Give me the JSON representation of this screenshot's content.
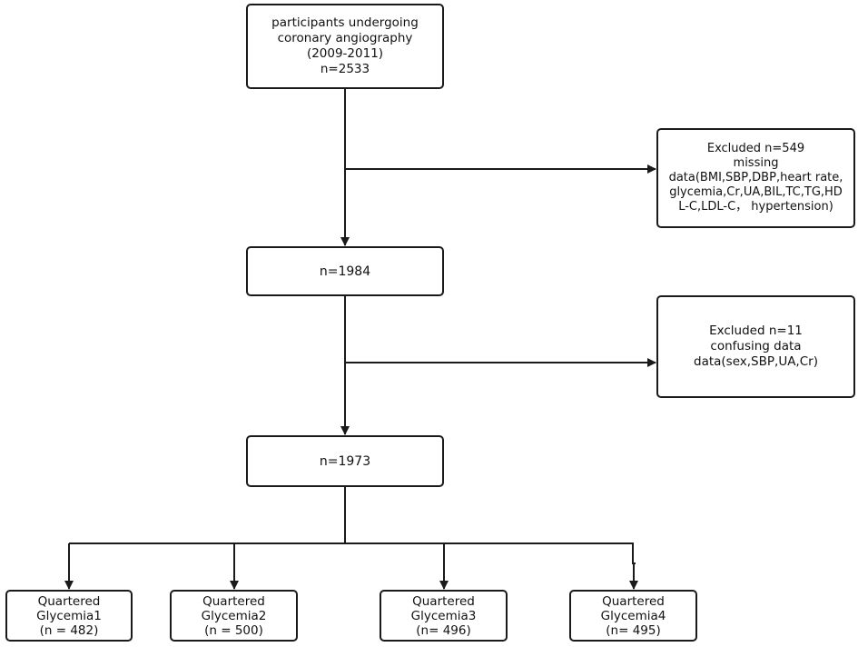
{
  "boxes": {
    "start": {
      "lines": [
        "participants undergoing",
        "coronary angiography",
        "(2009-2011)",
        "n=2533"
      ]
    },
    "exclusion_1": {
      "lines": [
        "Excluded n=549",
        "missing",
        "data(BMI,SBP,DBP,heart rate,",
        "glycemia,Cr,UA,BIL,TC,TG,HD",
        "L-C,LDL-C， hypertension)"
      ]
    },
    "after_exclusion_1": {
      "lines": [
        "n=1984"
      ]
    },
    "exclusion_2": {
      "lines": [
        "Excluded n=11",
        "confusing data",
        "data(sex,SBP,UA,Cr)"
      ]
    },
    "final_cohort": {
      "lines": [
        "n=1973"
      ]
    },
    "quartiles": [
      {
        "lines": [
          "Quartered",
          "Glycemia1",
          "(n = 482)"
        ]
      },
      {
        "lines": [
          "Quartered",
          "Glycemia2",
          "(n = 500)"
        ]
      },
      {
        "lines": [
          "Quartered",
          "Glycemia3",
          "(n= 496)"
        ]
      },
      {
        "lines": [
          "Quartered",
          "Glycemia4",
          "(n= 495)"
        ]
      }
    ]
  },
  "colors": {
    "stroke": "#1a1a1a",
    "text": "#111111",
    "background": "#ffffff"
  }
}
